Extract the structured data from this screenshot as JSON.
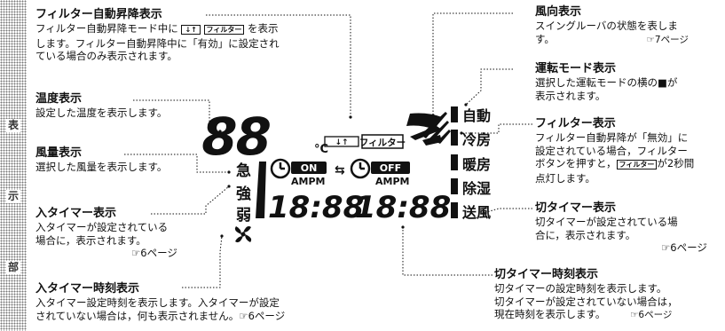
{
  "side_labels": [
    "表",
    "示",
    "部"
  ],
  "callouts": {
    "filter_auto": {
      "title": "フィルター自動昇降表示",
      "lines": [
        "フィルター自動昇降モード中に",
        "を表示",
        "します。フィルター自動昇降中に「有効」に設定され",
        "ている場合のみ表示されます。"
      ]
    },
    "temperature": {
      "title": "温度表示",
      "lines": [
        "設定した温度を表示します。"
      ]
    },
    "fan_speed": {
      "title": "風量表示",
      "lines": [
        "選択した風量を表示します。"
      ]
    },
    "on_timer": {
      "title": "入タイマー表示",
      "lines": [
        "入タイマーが設定されている",
        "場合に，表示されます。"
      ],
      "ref": "☞6ページ"
    },
    "on_timer_time": {
      "title": "入タイマー時刻表示",
      "lines": [
        "入タイマー設定時刻を表示します。入タイマーが設定",
        "されていない場合は，何も表示されません。☞6ページ"
      ]
    },
    "wind_direction": {
      "title": "風向表示",
      "lines": [
        "スイングルーバの状態を表しま",
        "す。"
      ],
      "ref": "☞7ページ"
    },
    "mode": {
      "title": "運転モード表示",
      "lines": [
        "選択した運転モードの横の■が",
        "表示されます。"
      ]
    },
    "filter": {
      "title": "フィルター表示",
      "lines": [
        "フィルター自動昇降が「無効」に",
        "設定されている場合，フィルター",
        "ボタンを押すと，",
        "が2秒間",
        "点灯します。"
      ]
    },
    "off_timer": {
      "title": "切タイマー表示",
      "lines": [
        "切タイマーが設定されている場",
        "合に，表示されます。"
      ],
      "ref": "☞6ページ"
    },
    "off_timer_time": {
      "title": "切タイマー時刻表示",
      "lines": [
        "切タイマーの設定時刻を表示します。",
        "切タイマーが設定されていない場合は，",
        "現在時刻を表示します。"
      ],
      "ref": "☞6ページ"
    }
  },
  "inline_icons": {
    "updown": "↓↑",
    "filter": "フィルター"
  },
  "lcd": {
    "temp_digits": "88",
    "unit": "°C",
    "updown_label": "↓↑",
    "filter_label": "フィルター",
    "fan_speeds": [
      "急",
      "強",
      "弱"
    ],
    "on_label": "ON",
    "off_label": "OFF",
    "ampm": "AMPM",
    "on_time": "18:88",
    "off_time": "18:88",
    "modes": [
      "自動",
      "冷房",
      "暖房",
      "除湿",
      "送風"
    ],
    "fan_icon": "fan-icon"
  }
}
